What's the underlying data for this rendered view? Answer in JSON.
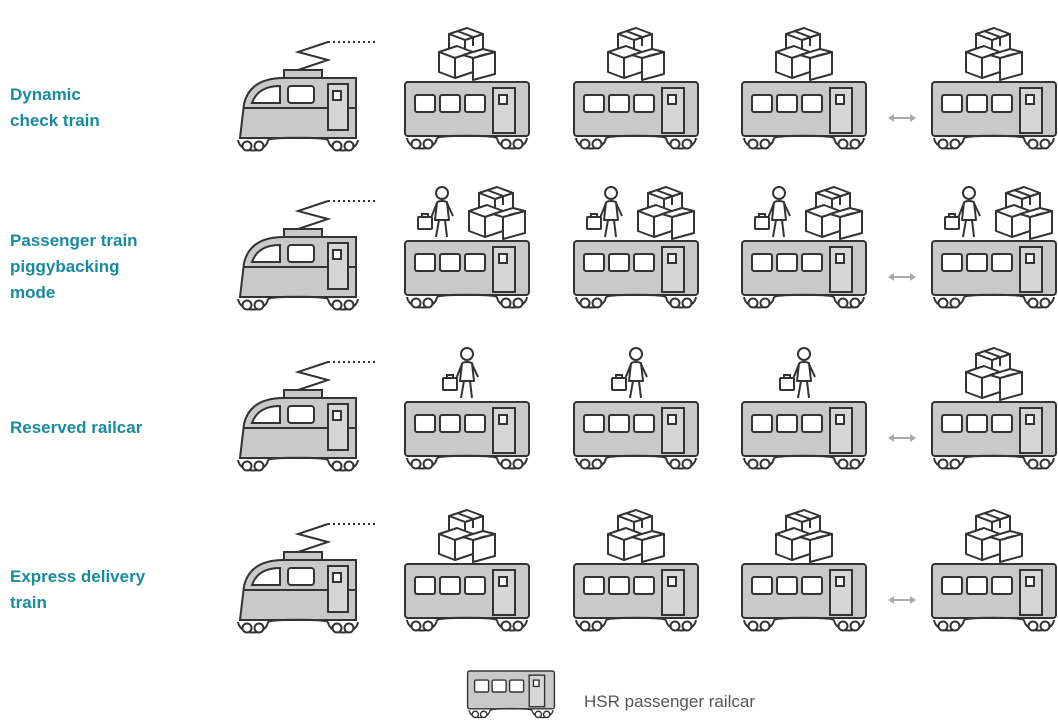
{
  "colors": {
    "label": "#1a8a9e",
    "body_fill": "#c9c9c9",
    "stroke": "#333333",
    "connector": "#aaaaaa"
  },
  "rows": [
    {
      "label_lines": [
        "Dynamic",
        "check train"
      ],
      "cargo": [
        "boxes",
        "boxes",
        "boxes",
        "boxes"
      ]
    },
    {
      "label_lines": [
        "Passenger train",
        "piggybacking",
        "mode"
      ],
      "cargo": [
        "person+boxes",
        "person+boxes",
        "person+boxes",
        "person+boxes"
      ]
    },
    {
      "label_lines": [
        "Reserved railcar"
      ],
      "cargo": [
        "person",
        "person",
        "person",
        "boxes"
      ]
    },
    {
      "label_lines": [
        "Express delivery",
        "train"
      ],
      "cargo": [
        "boxes",
        "boxes",
        "boxes",
        "boxes"
      ]
    }
  ],
  "legend": {
    "label": "HSR passenger railcar",
    "icon": "railcar-icon"
  }
}
